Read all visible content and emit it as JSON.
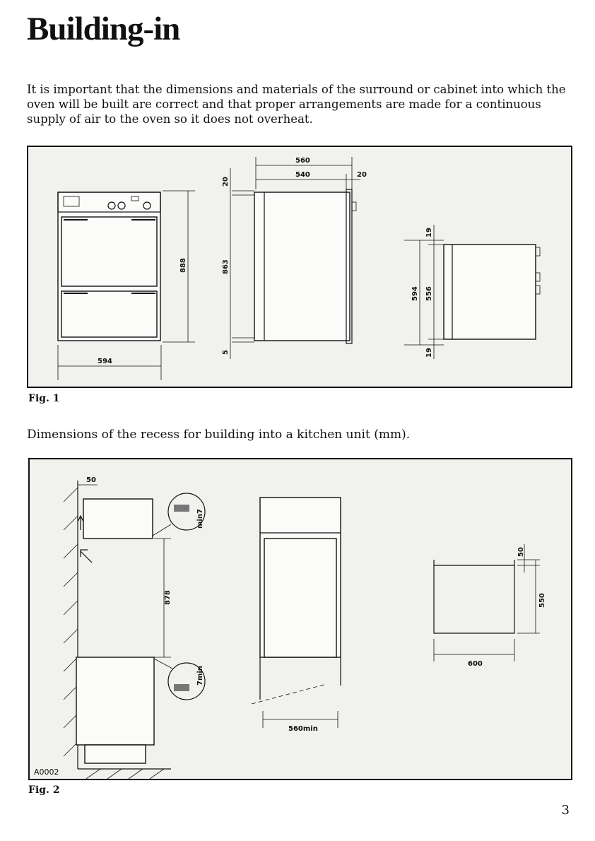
{
  "page": {
    "title": "Building-in",
    "intro": "It is important that the dimensions and materials of the surround or cabinet into which the oven will be built are correct and that proper arrangements are made for a continuous supply of air to the oven so it does not overheat.",
    "subheading": "Dimensions of the recess for building into a kitchen unit (mm).",
    "page_number": "3"
  },
  "fig1": {
    "caption": "Fig. 1",
    "dims": {
      "width_front": "594",
      "height_total": "888",
      "height_body": "863",
      "top_gap": "20",
      "bottom_gap": "5",
      "depth_total": "560",
      "depth_body": "540",
      "depth_panel": "20",
      "side_height": "594",
      "side_inner": "556",
      "side_top": "19",
      "side_bottom": "19"
    }
  },
  "fig2": {
    "caption": "Fig. 2",
    "ref_code": "A0002",
    "dims": {
      "wall_gap": "50",
      "vent_top": "min7",
      "recess_height": "878",
      "vent_bottom": "7min",
      "recess_width": "560min",
      "shelf_lip": "50",
      "shelf_depth": "550",
      "shelf_width": "600"
    }
  }
}
